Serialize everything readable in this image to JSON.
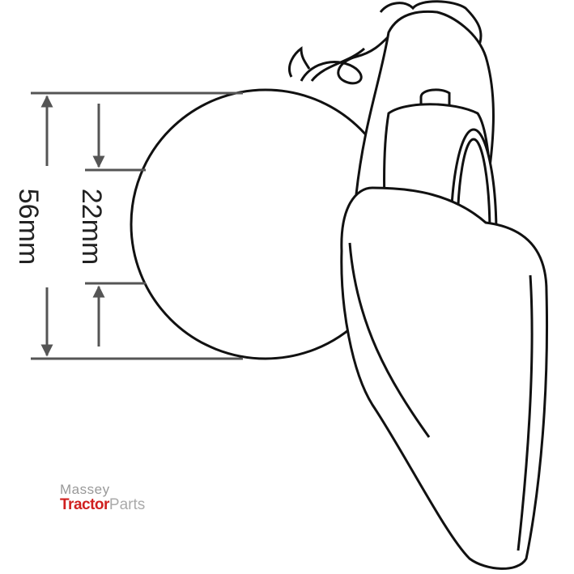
{
  "dimensions": {
    "outer_label": "56mm",
    "inner_label": "22mm"
  },
  "logo": {
    "line1": "Massey",
    "line2_red": "Tractor",
    "line2_gray": "Parts"
  },
  "colors": {
    "line": "#111111",
    "dimension": "#555555",
    "logo_red": "#d0201f",
    "logo_gray": "#aaaaaa"
  }
}
